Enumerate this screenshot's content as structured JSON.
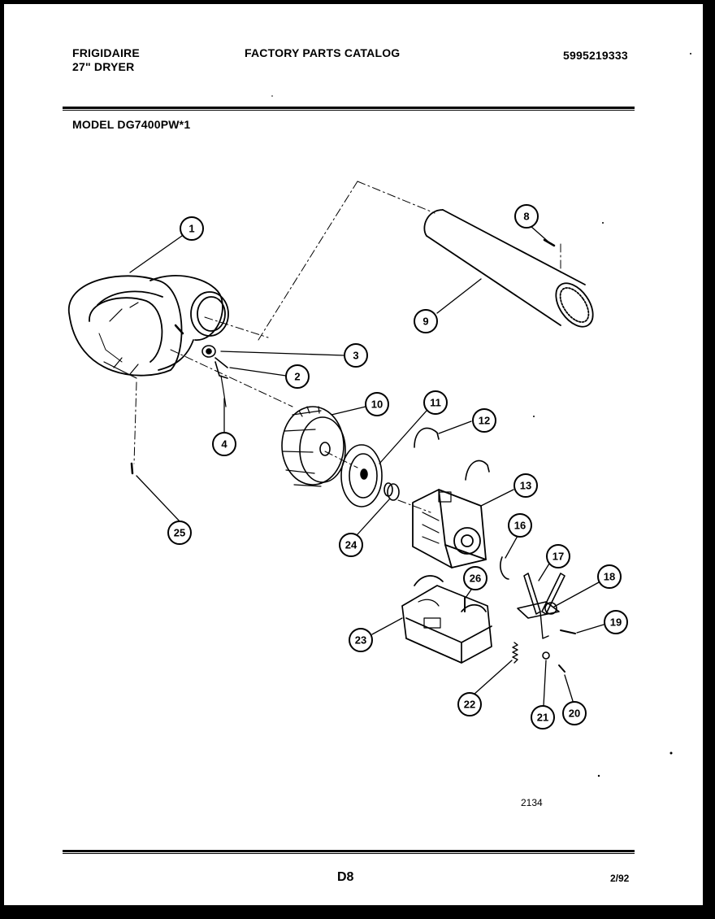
{
  "header": {
    "brand": "FRIGIDAIRE",
    "product": "27\" DRYER",
    "catalog_title": "FACTORY PARTS CATALOG",
    "part_number": "5995219333",
    "model": "MODEL DG7400PW*1"
  },
  "diagram": {
    "callouts": [
      "1",
      "2",
      "3",
      "4",
      "8",
      "9",
      "10",
      "11",
      "12",
      "13",
      "16",
      "17",
      "18",
      "19",
      "20",
      "21",
      "22",
      "23",
      "24",
      "25",
      "26"
    ],
    "figure_number": "2134"
  },
  "footer": {
    "page_id": "D8",
    "date": "2/92"
  }
}
